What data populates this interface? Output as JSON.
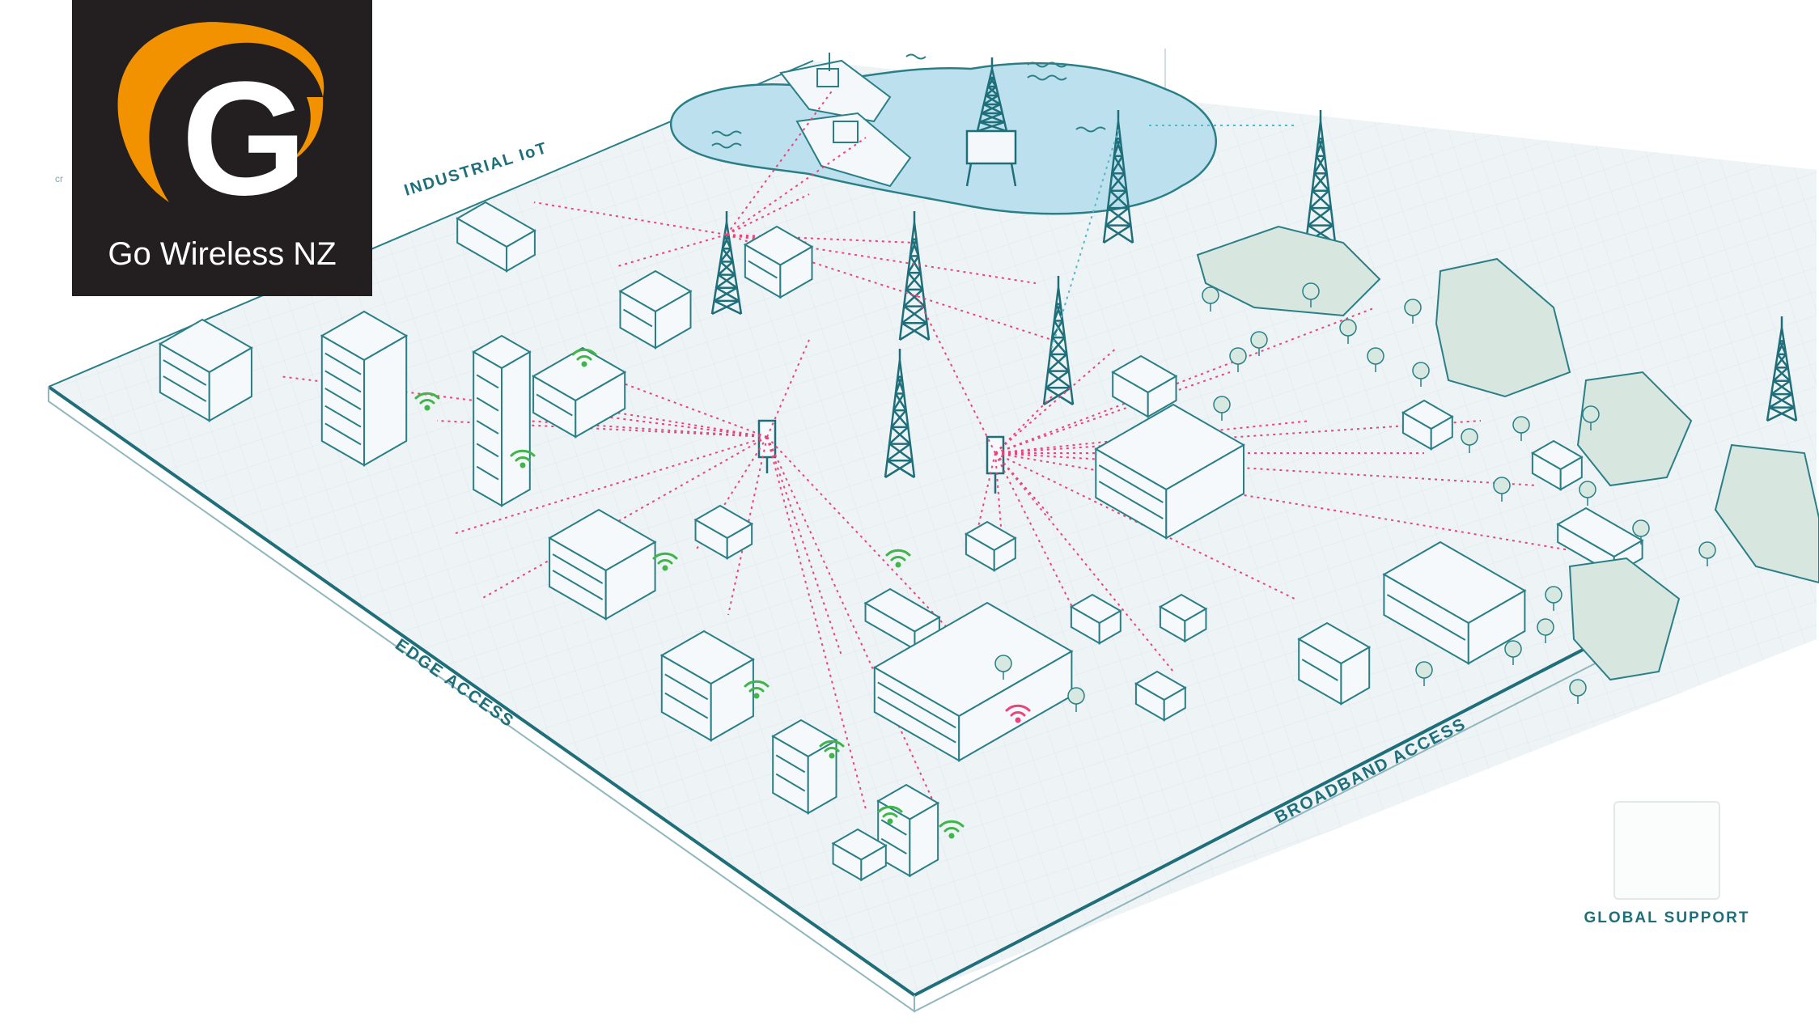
{
  "logo": {
    "brand": "Go Wireless NZ",
    "letter": "G",
    "colors": {
      "background": "#231f20",
      "swoosh": "#f39200",
      "letter": "#ffffff"
    }
  },
  "map": {
    "labels": {
      "industrial_iot": "INDUSTRIAL IoT",
      "edge_access": "EDGE ACCESS",
      "broadband_access": "BROADBAND ACCESS",
      "global_support": "GLOBAL SUPPORT",
      "partial_cloud": "cr"
    },
    "colors": {
      "outline": "#2a7f87",
      "platform": "#eef3f6",
      "platform_edge": "#1f6f7a",
      "water": "#bde0ee",
      "hills": "#d7e6df",
      "signal_links": "#e8457a",
      "wifi": "#3fb54a"
    }
  }
}
